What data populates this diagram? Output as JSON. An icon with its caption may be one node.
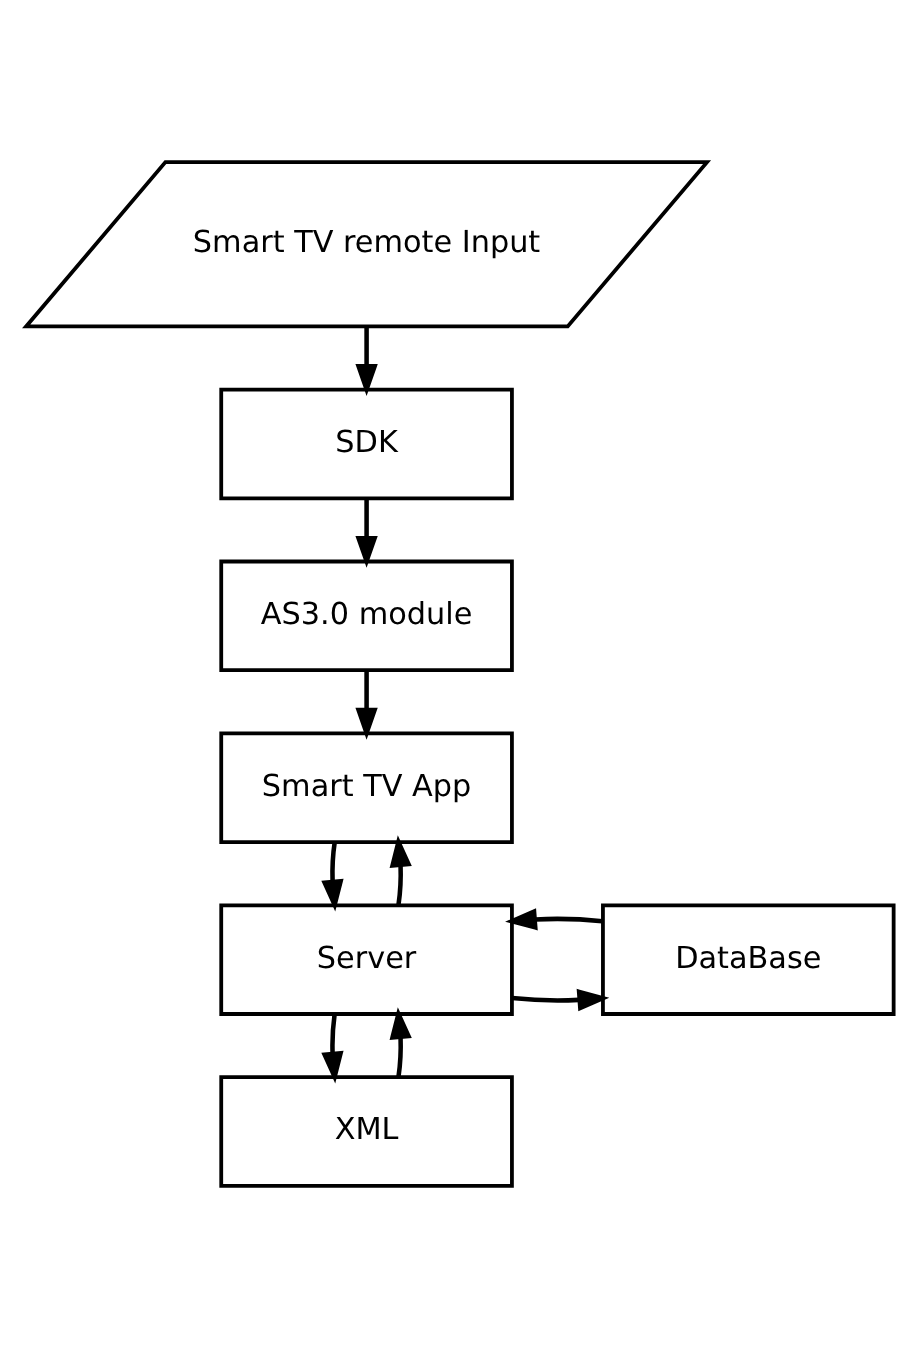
{
  "diagram": {
    "nodes": [
      {
        "text": [
          "Smart TV remote Input"
        ]
      },
      {
        "text": [
          "SDK"
        ]
      },
      {
        "text": [
          "AS3.0 module"
        ]
      },
      {
        "text": [
          "Smart TV App"
        ]
      },
      {
        "text": [
          "Server"
        ]
      },
      {
        "text": [
          "DataBase"
        ]
      },
      {
        "text": [
          "XML"
        ]
      }
    ],
    "edges": [
      {
        "from": 0,
        "to": 1,
        "arrow": "to"
      },
      {
        "from": 1,
        "to": 2,
        "arrow": "to"
      },
      {
        "from": 2,
        "to": 3,
        "arrow": "to"
      },
      {
        "from": 3,
        "to": 4,
        "arrow": "to"
      },
      {
        "from": 4,
        "to": 3,
        "arrow": "to"
      },
      {
        "from": 4,
        "to": 5,
        "arrow": "to"
      },
      {
        "from": 5,
        "to": 4,
        "arrow": "to"
      },
      {
        "from": 4,
        "to": 6,
        "arrow": "to"
      },
      {
        "from": 6,
        "to": 4,
        "arrow": "to"
      }
    ]
  }
}
